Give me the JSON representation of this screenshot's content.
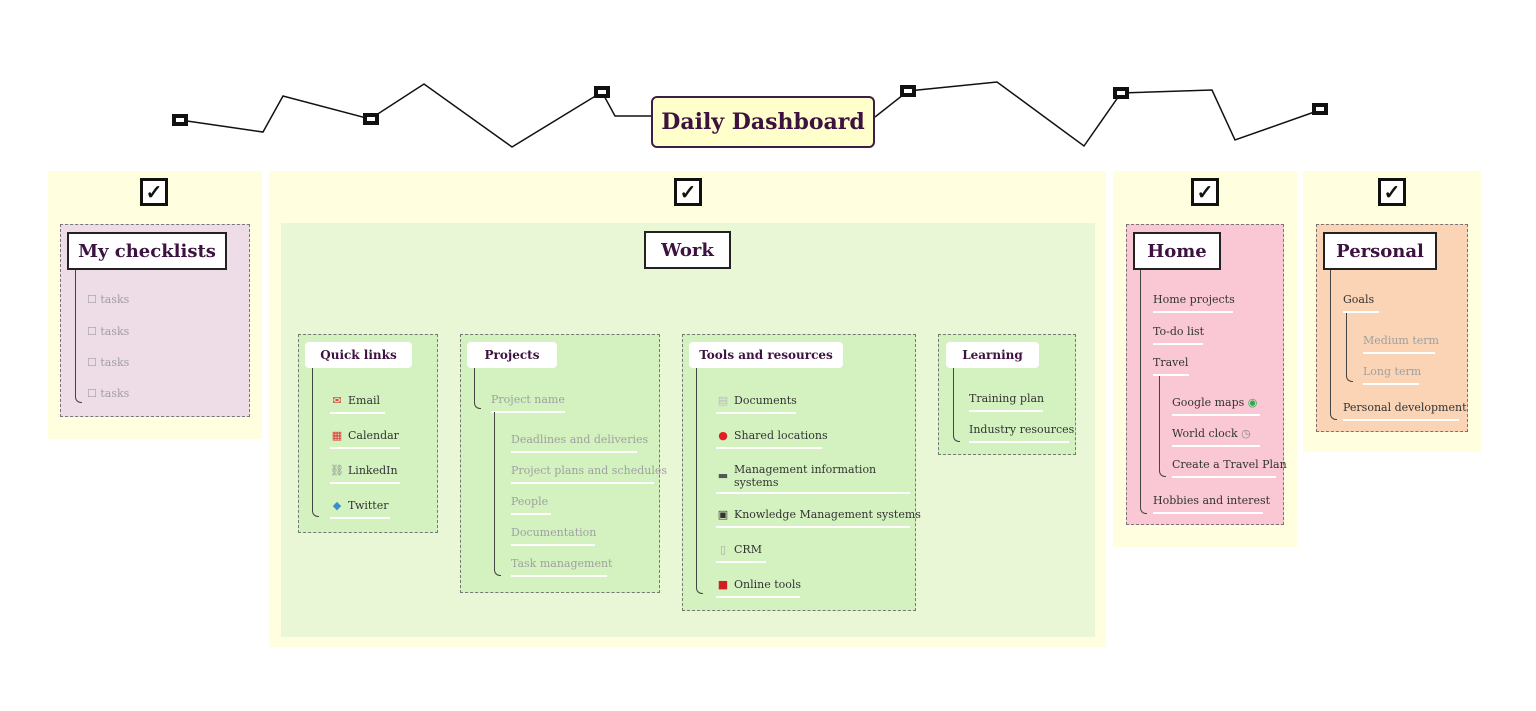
{
  "title": "Daily Dashboard",
  "check_symbol": "✓",
  "checklists": {
    "heading": "My checklists",
    "items": [
      "tasks",
      "tasks",
      "tasks",
      "tasks"
    ]
  },
  "work": {
    "heading": "Work",
    "quick_links": {
      "label": "Quick links",
      "items": [
        {
          "icon": "email-icon",
          "glyph": "✉",
          "label": "Email"
        },
        {
          "icon": "calendar-icon",
          "glyph": "▦",
          "label": "Calendar"
        },
        {
          "icon": "link-icon",
          "glyph": "⛓",
          "label": "LinkedIn"
        },
        {
          "icon": "bird-icon",
          "glyph": "◆",
          "label": "Twitter"
        }
      ]
    },
    "projects": {
      "label": "Projects",
      "parent": "Project name",
      "items": [
        "Deadlines and deliveries",
        "Project plans and schedules",
        "People",
        "Documentation",
        "Task management"
      ]
    },
    "tools": {
      "label": "Tools and resources",
      "items": [
        {
          "icon": "document-icon",
          "glyph": "▤",
          "label": "Documents"
        },
        {
          "icon": "pin-icon",
          "glyph": "●",
          "label": "Shared locations"
        },
        {
          "icon": "monitor-icon",
          "glyph": "▬",
          "label": "Management information",
          "label2": "systems"
        },
        {
          "icon": "cabinet-icon",
          "glyph": "▣",
          "label": "Knowledge Management systems"
        },
        {
          "icon": "notepad-icon",
          "glyph": "▯",
          "label": "CRM"
        },
        {
          "icon": "toolbox-icon",
          "glyph": "■",
          "label": "Online tools"
        }
      ]
    },
    "learning": {
      "label": "Learning",
      "items": [
        "Training plan",
        "Industry resources"
      ]
    }
  },
  "home": {
    "heading": "Home",
    "items": [
      "Home projects",
      "To-do list",
      "Travel"
    ],
    "travel_items": [
      {
        "label": "Google maps",
        "icon": "map-pin-icon",
        "glyph": "◉"
      },
      {
        "label": "World clock",
        "icon": "clock-icon",
        "glyph": "◷"
      },
      {
        "label": "Create a Travel Plan"
      }
    ],
    "last": "Hobbies and interest"
  },
  "personal": {
    "heading": "Personal",
    "goals": "Goals",
    "goal_items": [
      "Medium term",
      "Long term"
    ],
    "last": "Personal development"
  },
  "colors": {
    "zone": "#ffffe0",
    "checklist_bg": "#eedde6",
    "work_bg": "#eaf7d6",
    "work_card": "#d4f2c0",
    "home_bg": "#fac8d4",
    "personal_bg": "#fad4b4",
    "title_bg": "#ffffcc",
    "heading_text": "#3d1240"
  }
}
